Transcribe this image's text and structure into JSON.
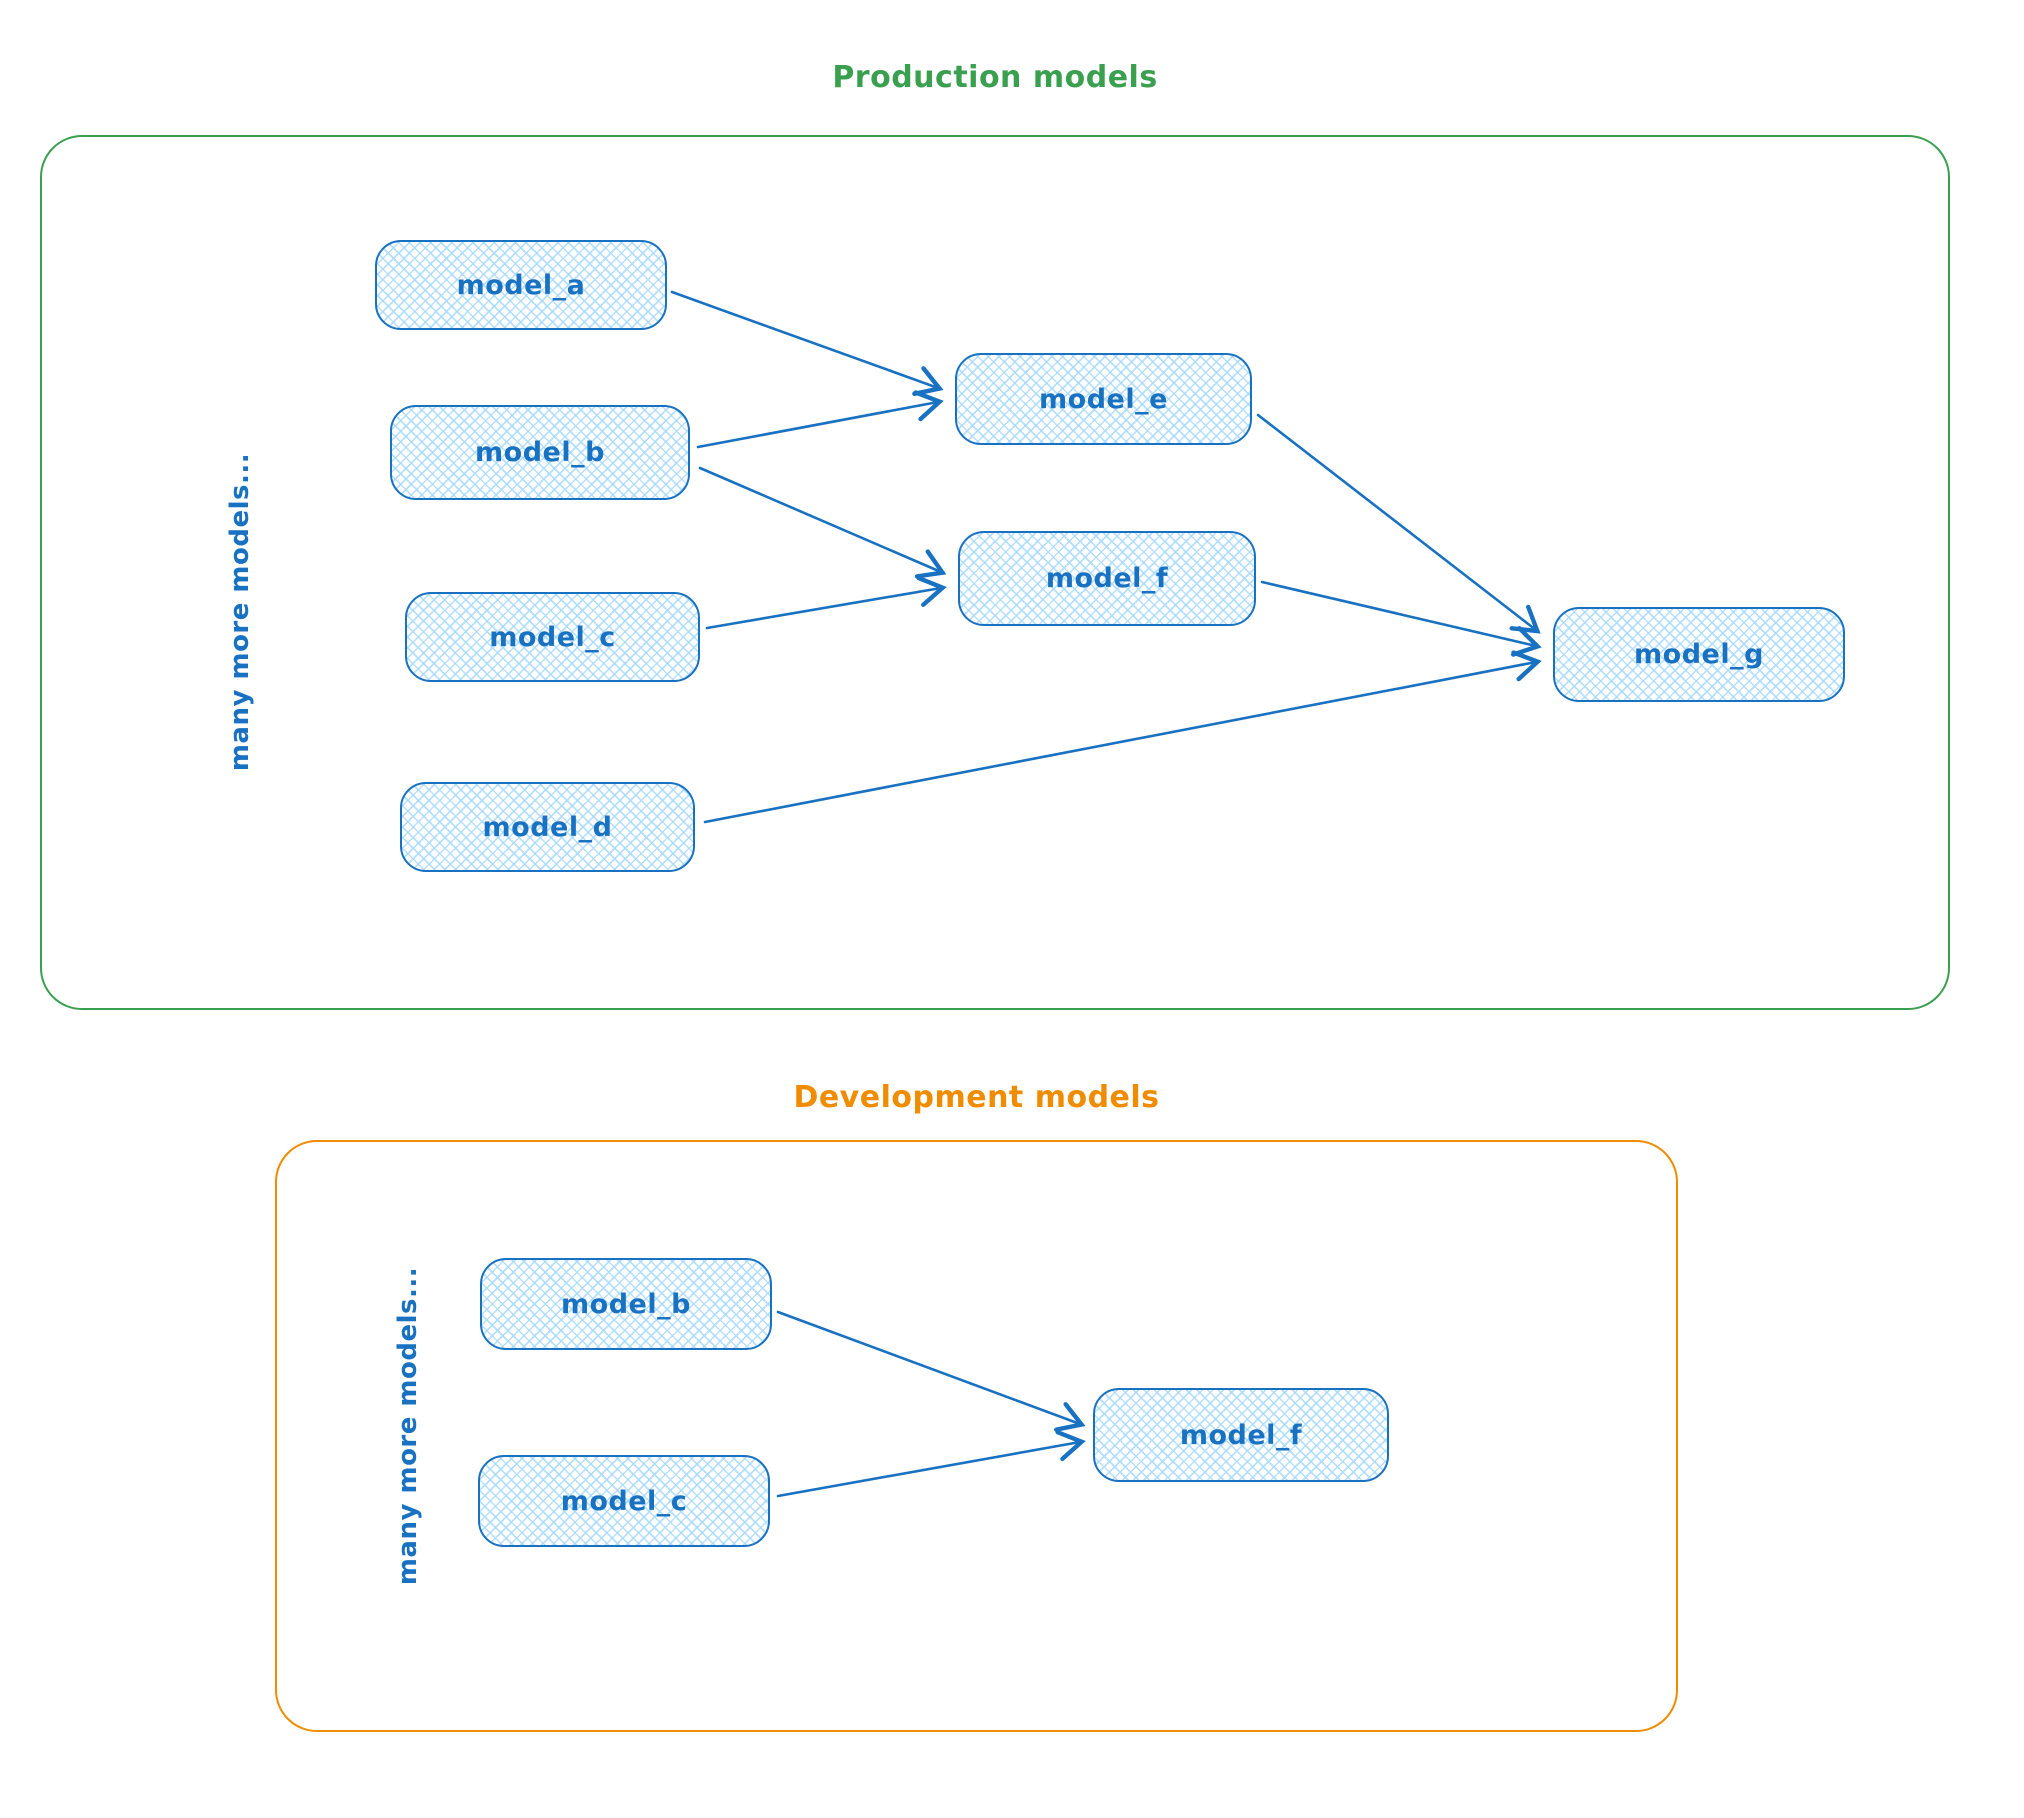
{
  "colors": {
    "node_stroke": "#1971c2",
    "node_fill": "#a5d8ff",
    "production_accent": "#3aa04f",
    "development_accent": "#f08c00"
  },
  "production": {
    "title": "Production models",
    "side_label": "many more models...",
    "nodes": [
      {
        "label": "model_a"
      },
      {
        "label": "model_b"
      },
      {
        "label": "model_c"
      },
      {
        "label": "model_d"
      },
      {
        "label": "model_e"
      },
      {
        "label": "model_f"
      },
      {
        "label": "model_g"
      }
    ],
    "edges": [
      {
        "from": "model_a",
        "to": "model_e"
      },
      {
        "from": "model_b",
        "to": "model_e"
      },
      {
        "from": "model_b",
        "to": "model_f"
      },
      {
        "from": "model_c",
        "to": "model_f"
      },
      {
        "from": "model_e",
        "to": "model_g"
      },
      {
        "from": "model_f",
        "to": "model_g"
      },
      {
        "from": "model_d",
        "to": "model_g"
      }
    ]
  },
  "development": {
    "title": "Development models",
    "side_label": "many more models...",
    "nodes": [
      {
        "label": "model_b"
      },
      {
        "label": "model_c"
      },
      {
        "label": "model_f"
      }
    ],
    "edges": [
      {
        "from": "model_b",
        "to": "model_f"
      },
      {
        "from": "model_c",
        "to": "model_f"
      }
    ]
  }
}
